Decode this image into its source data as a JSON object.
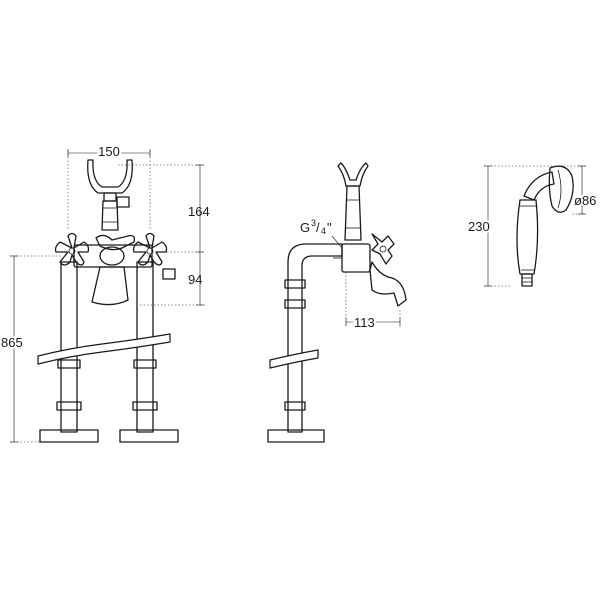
{
  "dimensions": {
    "width_top": "150",
    "height_upper": "164",
    "height_handle": "94",
    "height_total": "865",
    "spout_reach": "113",
    "connection_g": "G",
    "connection_num": "3",
    "connection_den": "4",
    "connection_quote": "\"",
    "shower_length": "230",
    "shower_diameter": "ø86"
  }
}
